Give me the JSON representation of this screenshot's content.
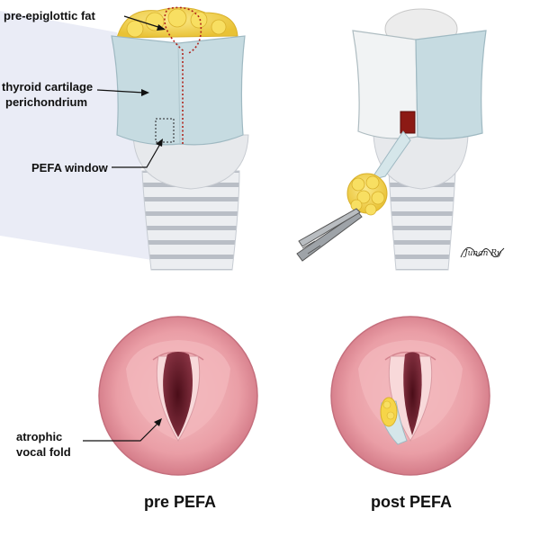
{
  "labels": {
    "pre_epiglottic_fat": "pre-epiglottic fat",
    "thyroid_line1": "thyroid cartilage",
    "thyroid_line2": "perichondrium",
    "pefa_window": "PEFA window",
    "atrophic_line1": "atrophic",
    "atrophic_line2": "vocal fold",
    "signature": "Junan Ry"
  },
  "captions": {
    "pre": "pre PEFA",
    "post": "post PEFA"
  },
  "colors": {
    "fat": "#f6d548",
    "cartilage": "#c9dde2",
    "cartilage_light": "#eef3f4",
    "trachea": "#e3e6ea",
    "mucosa": "#e89aa2",
    "mucosa_dark": "#c86d7a",
    "airway": "#6b1e2c",
    "window": "#8c1a14",
    "callout_shade": "#e4e8f3"
  }
}
